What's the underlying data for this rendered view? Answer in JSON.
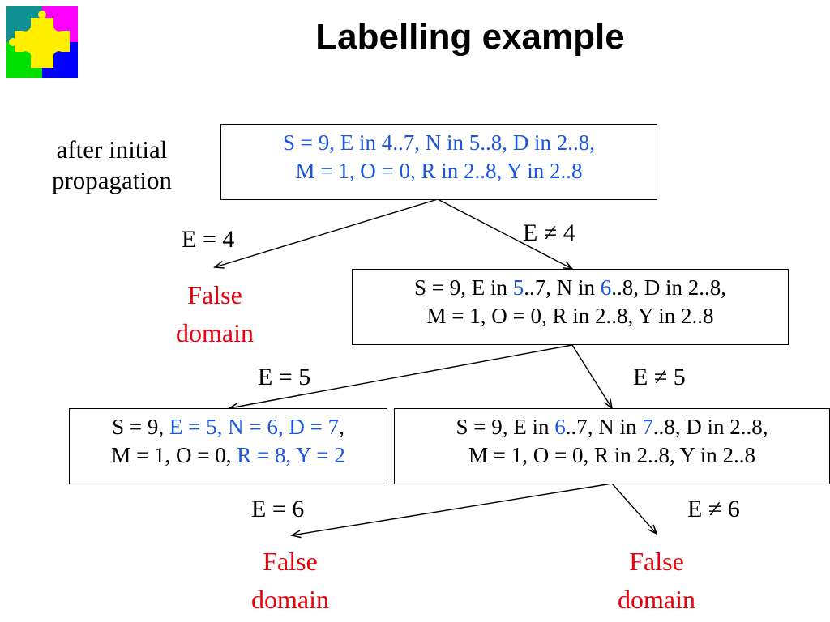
{
  "colors": {
    "blue": "#1a56e0",
    "red": "#e8000b",
    "logo": [
      "#ffee00",
      "#ff00ff",
      "#00e000",
      "#0000ff",
      "#109090"
    ]
  },
  "icons": {
    "logo": "puzzle-logo-icon"
  },
  "slide": {
    "title": "Labelling example",
    "note": [
      "after initial",
      "propagation"
    ]
  },
  "nodes": {
    "root": {
      "line1": [
        {
          "t": "S = 9, E in 4..7, N in 5..8, D in 2..8,",
          "c": "blue"
        }
      ],
      "line2": [
        {
          "t": "M = 1, O = 0, R in 2..8, Y in 2..8",
          "c": "blue"
        }
      ]
    },
    "n2": {
      "line1": [
        {
          "t": "S = 9, E in ",
          "c": "black"
        },
        {
          "t": "5",
          "c": "blue"
        },
        {
          "t": "..7, N in ",
          "c": "black"
        },
        {
          "t": "6",
          "c": "blue"
        },
        {
          "t": "..8, D in 2..8,",
          "c": "black"
        }
      ],
      "line2": [
        {
          "t": "M = 1, O = 0, R in 2..8, Y in 2..8",
          "c": "black"
        }
      ]
    },
    "solution": {
      "line1": [
        {
          "t": "S = 9, ",
          "c": "black"
        },
        {
          "t": "E = 5, N = 6, D = 7",
          "c": "blue"
        },
        {
          "t": ",",
          "c": "black"
        }
      ],
      "line2": [
        {
          "t": "M = 1, O = 0, ",
          "c": "black"
        },
        {
          "t": "R = 8, Y = 2",
          "c": "blue"
        }
      ]
    },
    "n3": {
      "line1": [
        {
          "t": "S = 9, E in ",
          "c": "black"
        },
        {
          "t": "6",
          "c": "blue"
        },
        {
          "t": "..7, N in ",
          "c": "black"
        },
        {
          "t": "7",
          "c": "blue"
        },
        {
          "t": "..8, D in 2..8,",
          "c": "black"
        }
      ],
      "line2": [
        {
          "t": "M = 1, O = 0, R in 2..8, Y in 2..8",
          "c": "black"
        }
      ]
    }
  },
  "edges": {
    "e4": "E = 4",
    "ne4": "E ≠ 4",
    "e5": "E = 5",
    "ne5": "E ≠ 5",
    "e6": "E = 6",
    "ne6": "E ≠ 6"
  },
  "leaves": {
    "fd1": [
      "False",
      "domain"
    ],
    "fd2": [
      "False",
      "domain"
    ],
    "fd3": [
      "False",
      "domain"
    ]
  }
}
